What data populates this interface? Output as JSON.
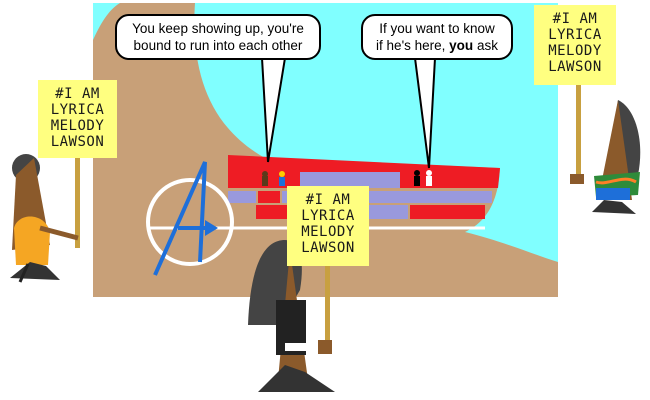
{
  "panel": {
    "sky_color": "#80ffff",
    "ship_color": "#c8a078",
    "hull_stripe_red": "#ee1c24",
    "hull_stripe_lavender": "#9999dd"
  },
  "speech": {
    "left": {
      "line1": "You keep showing up, you're",
      "line2": "bound to run into each other"
    },
    "right": {
      "line1": "If you want to know",
      "line2_prefix": "if he's here, ",
      "line2_emph": "you",
      "line2_suffix": " ask"
    }
  },
  "signs": {
    "left": {
      "line1": "#I AM",
      "line2": "LYRICA",
      "line3": "MELODY",
      "line4": "LAWSON"
    },
    "center": {
      "line1": "#I AM",
      "line2": "LYRICA",
      "line3": "MELODY",
      "line4": "LAWSON"
    },
    "right": {
      "line1": "#I AM",
      "line2": "LYRICA",
      "line3": "MELODY",
      "line4": "LAWSON"
    }
  },
  "colors": {
    "sign_yellow": "#ffff80",
    "sign_stick": "#c8a040",
    "skin_brown": "#8b5a2b",
    "emblem_blue": "#1e6fd9"
  }
}
